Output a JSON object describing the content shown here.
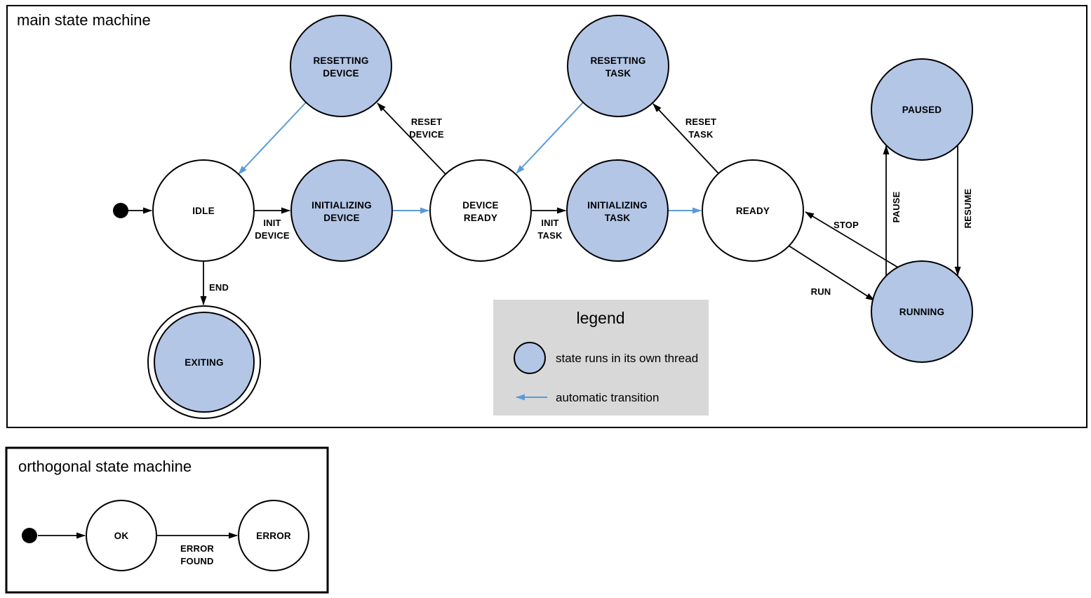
{
  "colors": {
    "threaded_state_fill": "#b3c6e6",
    "automatic_transition": "#5b9bd5",
    "legend_background": "#d8d8d8"
  },
  "main_machine": {
    "title": "main state machine",
    "states": {
      "idle": {
        "line1": "IDLE"
      },
      "initializing_device": {
        "line1": "INITIALIZING",
        "line2": "DEVICE"
      },
      "device_ready": {
        "line1": "DEVICE",
        "line2": "READY"
      },
      "initializing_task": {
        "line1": "INITIALIZING",
        "line2": "TASK"
      },
      "ready": {
        "line1": "READY"
      },
      "resetting_device": {
        "line1": "RESETTING",
        "line2": "DEVICE"
      },
      "resetting_task": {
        "line1": "RESETTING",
        "line2": "TASK"
      },
      "paused": {
        "line1": "PAUSED"
      },
      "running": {
        "line1": "RUNNING"
      },
      "exiting": {
        "line1": "EXITING"
      }
    },
    "transitions": {
      "init_device": {
        "line1": "INIT",
        "line2": "DEVICE"
      },
      "reset_device": {
        "line1": "RESET",
        "line2": "DEVICE"
      },
      "init_task": {
        "line1": "INIT",
        "line2": "TASK"
      },
      "reset_task": {
        "line1": "RESET",
        "line2": "TASK"
      },
      "end": "END",
      "run": "RUN",
      "stop": "STOP",
      "pause": "PAUSE",
      "resume": "RESUME"
    }
  },
  "legend": {
    "title": "legend",
    "threaded_state_label": "state runs in its own thread",
    "automatic_transition_label": "automatic transition"
  },
  "orthogonal_machine": {
    "title": "orthogonal state machine",
    "states": {
      "ok": {
        "line1": "OK"
      },
      "error": {
        "line1": "ERROR"
      }
    },
    "transitions": {
      "error_found": {
        "line1": "ERROR",
        "line2": "FOUND"
      }
    }
  }
}
